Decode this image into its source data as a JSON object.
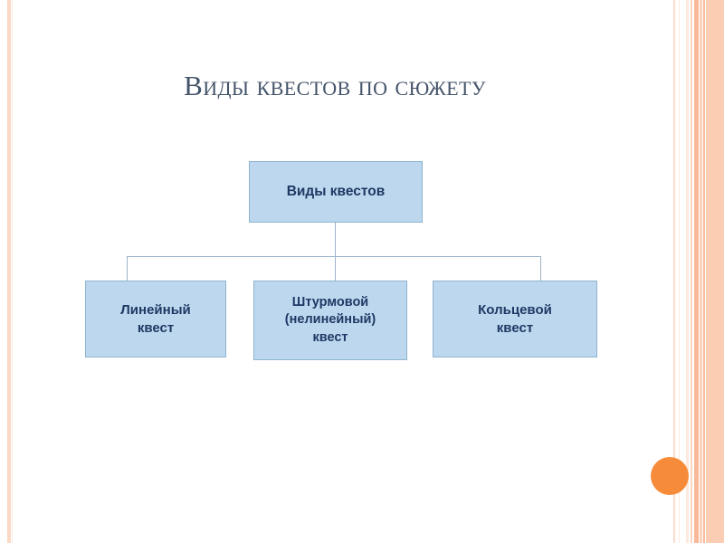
{
  "slide": {
    "title": "Виды квестов по сюжету",
    "background_color": "#ffffff"
  },
  "theme": {
    "title_color": "#44546a",
    "node_fill": "#bdd7ee",
    "node_border": "#8eb4d0",
    "node_text": "#1f3864",
    "connector_color": "#9cb3c9",
    "accent_dot_color": "#f68c3a",
    "stripe_peach": "#fbcdb2",
    "stripe_salmon": "#f7b99a",
    "stripe_light": "#fdeade"
  },
  "chart_data": {
    "type": "diagram",
    "diagram_kind": "organization-chart",
    "title": "Виды квестов по сюжету",
    "orientation": "top-down",
    "root": {
      "id": "root",
      "label": "Виды квестов"
    },
    "children": [
      {
        "id": "linear",
        "label": "Линейный\nквест"
      },
      {
        "id": "storm",
        "label": "Штурмовой\n(нелинейный)\nквест"
      },
      {
        "id": "ring",
        "label": "Кольцевой\nквест"
      }
    ],
    "edges": [
      {
        "from": "root",
        "to": "linear"
      },
      {
        "from": "root",
        "to": "storm"
      },
      {
        "from": "root",
        "to": "ring"
      }
    ]
  },
  "decorations": {
    "accent_dot": "orange-circle",
    "left_border": "peach-stripe",
    "right_border": "peach-stripe-band"
  }
}
